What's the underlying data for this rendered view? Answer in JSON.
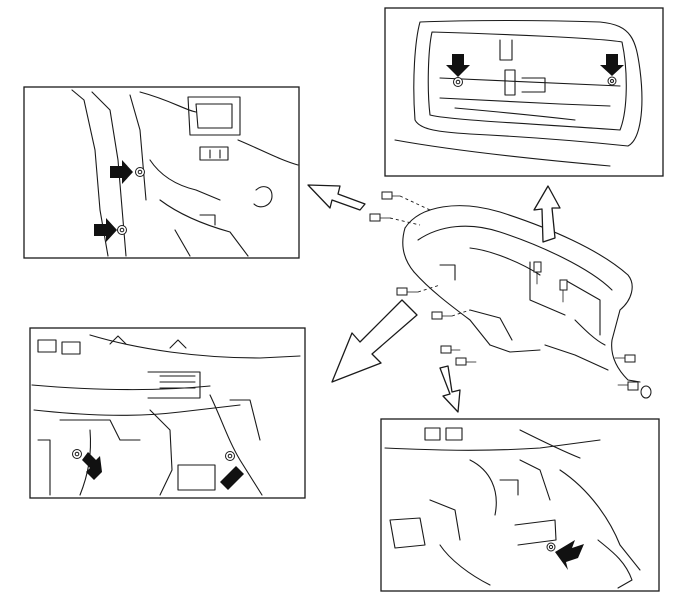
{
  "figure": {
    "panels": [
      {
        "id": "panel-upper-left"
      },
      {
        "id": "panel-upper-right"
      },
      {
        "id": "panel-lower-left"
      },
      {
        "id": "panel-lower-right"
      }
    ],
    "callout_count": 7
  },
  "colors": {
    "line": "#1a1a1a",
    "fill": "#ffffff",
    "arrow": "#111111"
  }
}
